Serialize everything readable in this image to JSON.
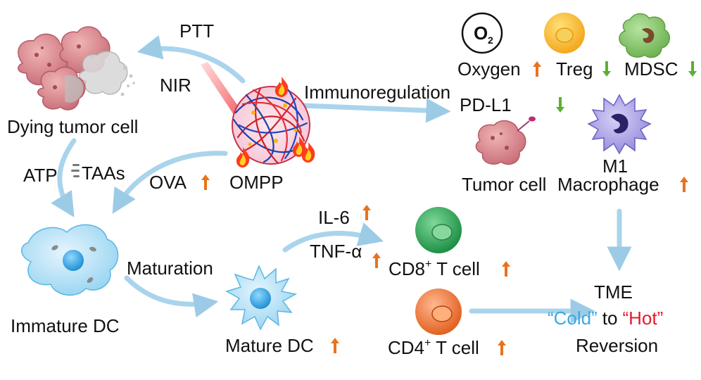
{
  "labels": {
    "ptt": "PTT",
    "nir": "NIR",
    "dying_tumor_cell": "Dying tumor cell",
    "atp": "ATP",
    "taas": "TAAs",
    "ova": "OVA",
    "ompp": "OMPP",
    "immunoregulation": "Immunoregulation",
    "o2_symbol": "O",
    "o2_subscript": "2",
    "oxygen": "Oxygen",
    "treg": "Treg",
    "mdsc": "MDSC",
    "pd_l1": "PD-L1",
    "tumor_cell": "Tumor cell",
    "m1": "M1",
    "macrophage": "Macrophage",
    "immature_dc": "Immature DC",
    "maturation": "Maturation",
    "mature_dc": "Mature DC",
    "il6": "IL-6",
    "tnf": "TNF-α",
    "cd8_prefix": "CD8",
    "cd4_prefix": "CD4",
    "superscript_plus": "+",
    "t_cell": " T cell",
    "tme": "TME",
    "cold": "“Cold”",
    "to": "to",
    "hot": "“Hot”",
    "reversion": "Reversion"
  },
  "colors": {
    "up_arrow": "#e8731c",
    "down_arrow": "#5cb030",
    "cold": "#39a8e6",
    "hot": "#e8192c",
    "flow_arrow": "#a9d4ec",
    "background": "#ffffff"
  }
}
